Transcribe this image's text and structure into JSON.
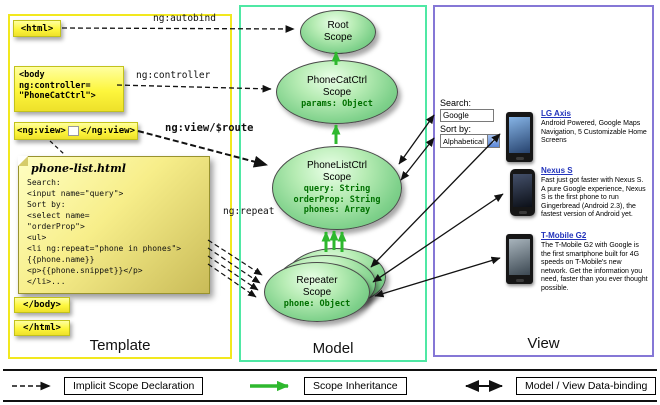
{
  "panels": {
    "template_label": "Template",
    "model_label": "Model",
    "view_label": "View"
  },
  "template": {
    "html_open": "<html>",
    "body_open": [
      "<body",
      "ng:controller=",
      "\"PhoneCatCtrl\">"
    ],
    "ng_view_open": "<ng:view>",
    "ng_view_close": "</ng:view>",
    "note_title": "phone-list.html",
    "note_lines": [
      "Search:",
      "<input name=\"query\">",
      "Sort by:",
      "<select name=",
      "\"orderProp\">",
      "<ul>",
      "<li ng:repeat=\"phone in phones\">",
      "{{phone.name}}",
      "<p>{{phone.snippet}}</p>",
      "</li>..."
    ],
    "body_close": "</body>",
    "html_close": "</html>"
  },
  "arrow_labels": {
    "autobind": "ng:autobind",
    "controller": "ng:controller",
    "view_route": "ng:view/$route",
    "repeat": "ng:repeat"
  },
  "model": {
    "root": {
      "name": "Root",
      "scope_word": "Scope"
    },
    "phonecat": {
      "name": "PhoneCatCtrl",
      "scope_word": "Scope",
      "props": [
        "params: Object"
      ]
    },
    "phonelist": {
      "name": "PhoneListCtrl",
      "scope_word": "Scope",
      "props": [
        "query: String",
        "orderProp: String",
        "phones: Array"
      ]
    },
    "repeater": {
      "name": "Repeater",
      "scope_word": "Scope",
      "props": [
        "phone: Object"
      ]
    }
  },
  "view": {
    "search_label": "Search:",
    "search_value": "Google",
    "sort_label": "Sort by:",
    "sort_value": "Alphabetical",
    "phones": [
      {
        "name": "LG Axis",
        "description": "Android Powered, Google Maps Navigation, 5 Customizable Home Screens"
      },
      {
        "name": "Nexus S",
        "description": "Fast just got faster with Nexus S. A pure Google experience, Nexus S is the first phone to run Gingerbread (Android 2.3), the fastest version of Android yet."
      },
      {
        "name": "T-Mobile G2",
        "description": "The T-Mobile G2 with Google is the first smartphone built for 4G speeds on T-Mobile's new network. Get the information you need, faster than you ever thought possible."
      }
    ]
  },
  "legend": [
    {
      "label": "Implicit Scope Declaration"
    },
    {
      "label": "Scope Inheritance"
    },
    {
      "label": "Model / View Data-binding"
    }
  ],
  "colors": {
    "template_border": "#f2e81e",
    "model_border": "#4fe8a4",
    "view_border": "#8577d6",
    "scope_fill": "#7fd18b",
    "code_box_fill": "#fdf63c",
    "inheritance_green": "#2eb82e",
    "link_blue": "#2233bb"
  }
}
